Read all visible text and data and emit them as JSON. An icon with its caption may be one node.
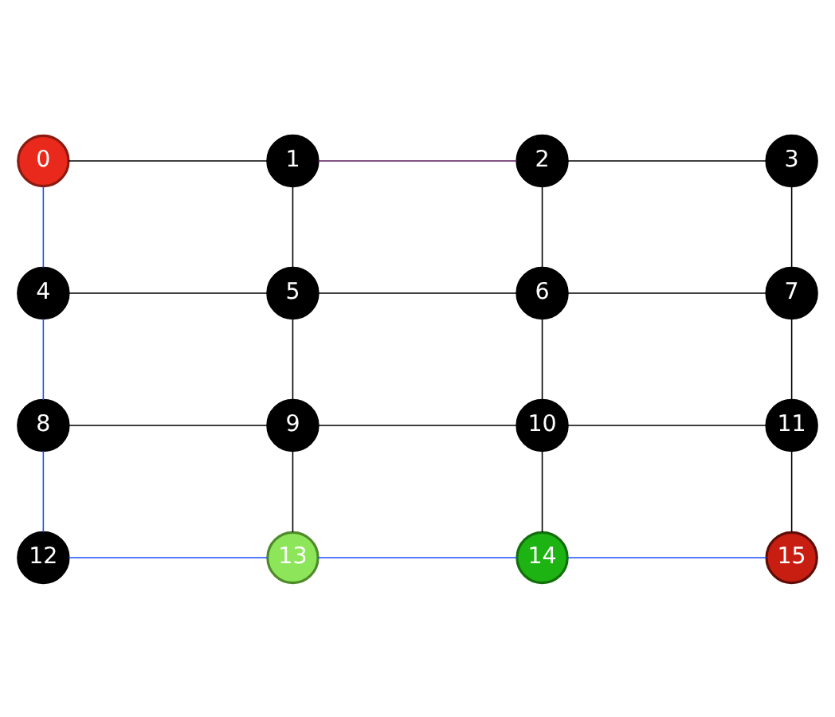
{
  "diagram": {
    "nodes": [
      {
        "text": [
          "0"
        ]
      },
      {
        "text": [
          "1"
        ]
      },
      {
        "text": [
          "2"
        ]
      },
      {
        "text": [
          "3"
        ]
      },
      {
        "text": [
          "4"
        ]
      },
      {
        "text": [
          "5"
        ]
      },
      {
        "text": [
          "6"
        ]
      },
      {
        "text": [
          "7"
        ]
      },
      {
        "text": [
          "8"
        ]
      },
      {
        "text": [
          "9"
        ]
      },
      {
        "text": [
          "10"
        ]
      },
      {
        "text": [
          "11"
        ]
      },
      {
        "text": [
          "12"
        ]
      },
      {
        "text": [
          "13"
        ]
      },
      {
        "text": [
          "14"
        ]
      },
      {
        "text": [
          "15"
        ]
      }
    ],
    "edges": [
      {
        "from": 0,
        "to": 1,
        "arrow": "none"
      },
      {
        "from": 1,
        "to": 2,
        "arrow": "none",
        "color": "#5a1a5a"
      },
      {
        "from": 2,
        "to": 3,
        "arrow": "none"
      },
      {
        "from": 0,
        "to": 4,
        "arrow": "none",
        "color": "#1f4fff"
      },
      {
        "from": 1,
        "to": 5,
        "arrow": "none"
      },
      {
        "from": 2,
        "to": 6,
        "arrow": "none"
      },
      {
        "from": 3,
        "to": 7,
        "arrow": "none"
      },
      {
        "from": 4,
        "to": 5,
        "arrow": "none"
      },
      {
        "from": 5,
        "to": 6,
        "arrow": "none"
      },
      {
        "from": 6,
        "to": 7,
        "arrow": "none"
      },
      {
        "from": 4,
        "to": 8,
        "arrow": "none",
        "color": "#1f4fff"
      },
      {
        "from": 5,
        "to": 9,
        "arrow": "none"
      },
      {
        "from": 6,
        "to": 10,
        "arrow": "none"
      },
      {
        "from": 7,
        "to": 11,
        "arrow": "none"
      },
      {
        "from": 8,
        "to": 9,
        "arrow": "none"
      },
      {
        "from": 9,
        "to": 10,
        "arrow": "none"
      },
      {
        "from": 10,
        "to": 11,
        "arrow": "none"
      },
      {
        "from": 8,
        "to": 12,
        "arrow": "none",
        "color": "#1f4fff"
      },
      {
        "from": 9,
        "to": 13,
        "arrow": "none"
      },
      {
        "from": 10,
        "to": 14,
        "arrow": "none"
      },
      {
        "from": 11,
        "to": 15,
        "arrow": "none"
      },
      {
        "from": 12,
        "to": 13,
        "arrow": "none",
        "color": "#1f4fff"
      },
      {
        "from": 13,
        "to": 14,
        "arrow": "none",
        "color": "#1f4fff"
      },
      {
        "from": 14,
        "to": 15,
        "arrow": "none",
        "color": "#1f4fff"
      }
    ]
  }
}
